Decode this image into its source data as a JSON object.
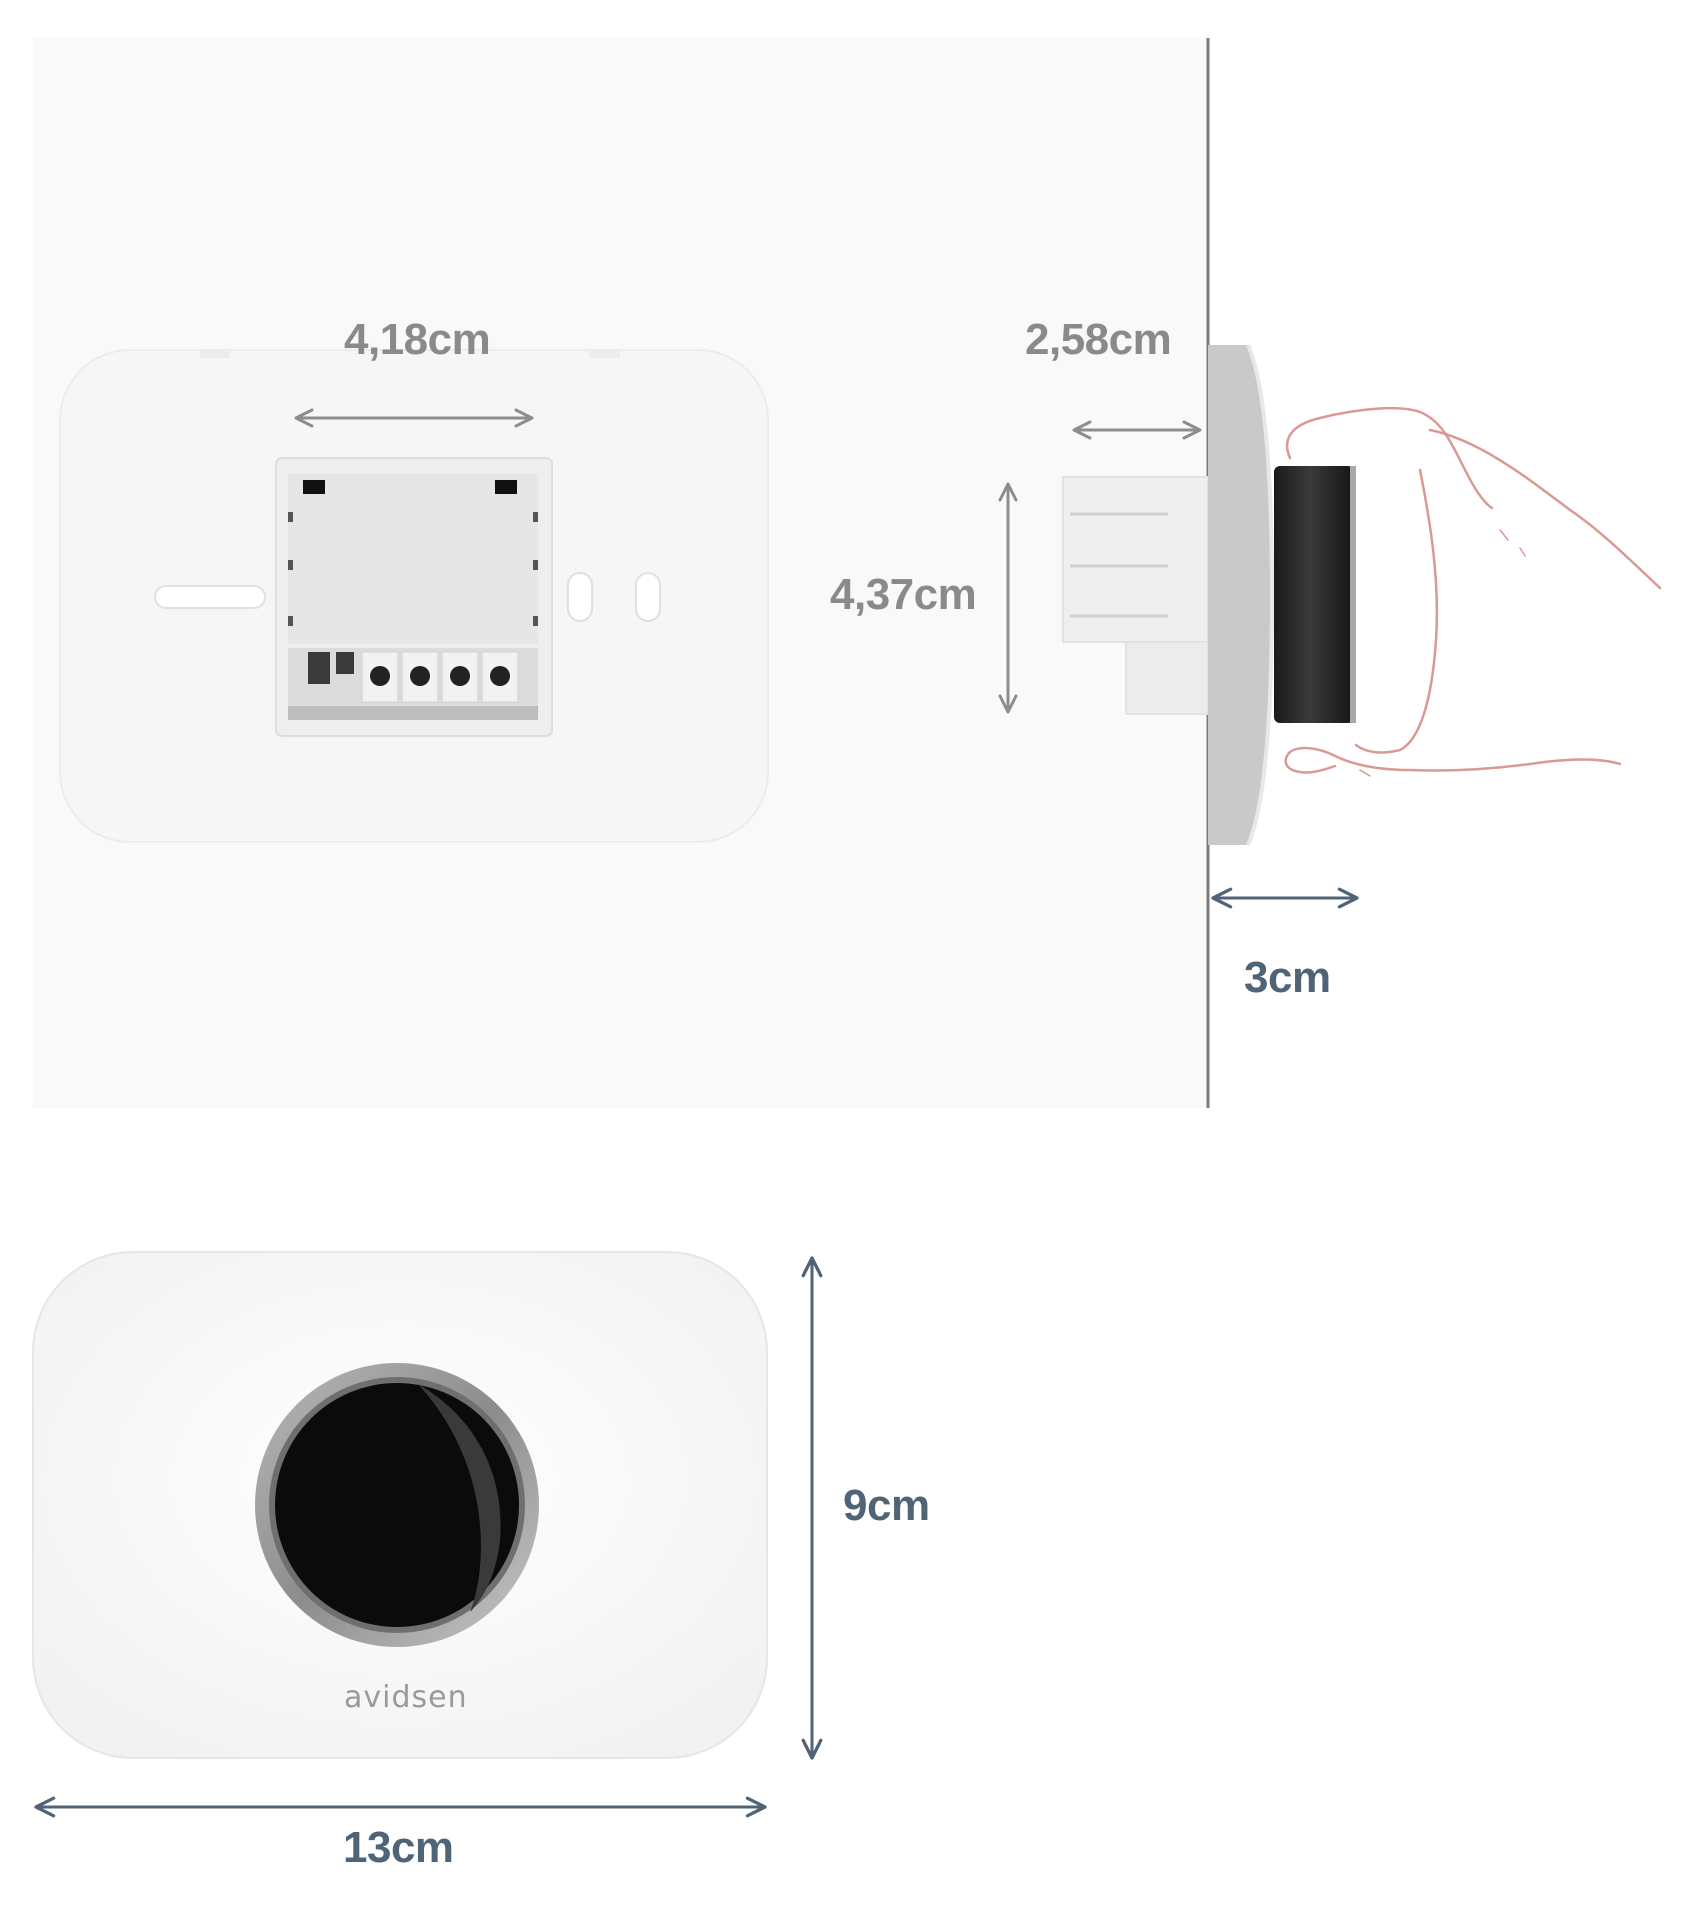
{
  "dimensions": {
    "connector_width": "4,18cm",
    "wall_gap": "2,58cm",
    "connector_height": "4,37cm",
    "device_depth": "3cm",
    "device_height": "9cm",
    "device_width": "13cm"
  },
  "device": {
    "brand": "avidsen"
  },
  "colors": {
    "gray_dimension": "#8a8a8a",
    "slate_dimension": "#4f6577",
    "wall_panel": "#f9f9f9",
    "dial_black": "#0b0b0b"
  }
}
